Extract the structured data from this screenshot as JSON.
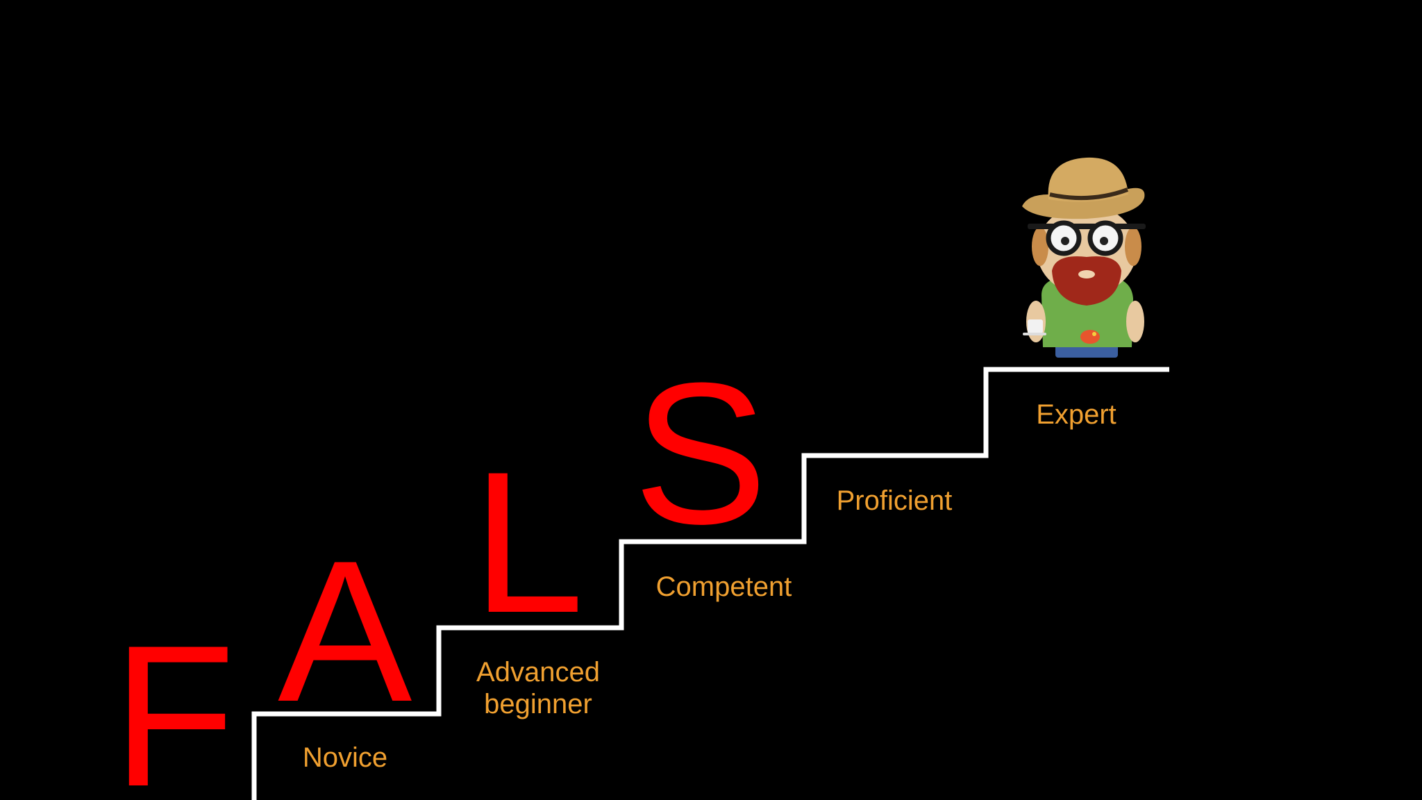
{
  "acronym": {
    "letters": [
      "F",
      "A",
      "L",
      "S"
    ],
    "color": "#ff0000"
  },
  "stages": [
    {
      "label": "Novice"
    },
    {
      "label": "Advanced\nbeginner"
    },
    {
      "label": "Competent"
    },
    {
      "label": "Proficient"
    },
    {
      "label": "Expert"
    }
  ],
  "colors": {
    "background": "#000000",
    "stairs": "#ffffff",
    "stage_label": "#f0a030",
    "acronym": "#ff0000"
  },
  "character": {
    "icon": "bearded-man-with-hat-icon"
  }
}
